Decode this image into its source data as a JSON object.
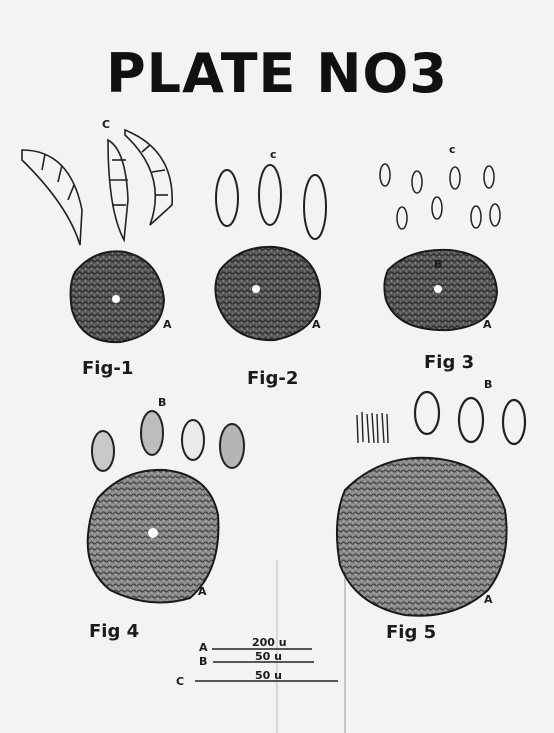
{
  "plate": {
    "title": "PLATE NO3",
    "figures": [
      {
        "caption": "Fig-1",
        "spore_label": "C",
        "mass_label": "A"
      },
      {
        "caption": "Fig-2",
        "spore_label": "c",
        "mass_label": "A"
      },
      {
        "caption": "Fig 3",
        "spore_label": "c",
        "mass_label": "A",
        "center_label": "B"
      },
      {
        "caption": "Fig 4",
        "spore_label": "B",
        "mass_label": "A"
      },
      {
        "caption": "Fig 5",
        "spore_label": "B",
        "mass_label": "A"
      }
    ],
    "scale_bars": [
      {
        "label": "A",
        "length": "200 u"
      },
      {
        "label": "B",
        "length": "50 u"
      },
      {
        "label": "C",
        "length": "50 u"
      }
    ]
  }
}
